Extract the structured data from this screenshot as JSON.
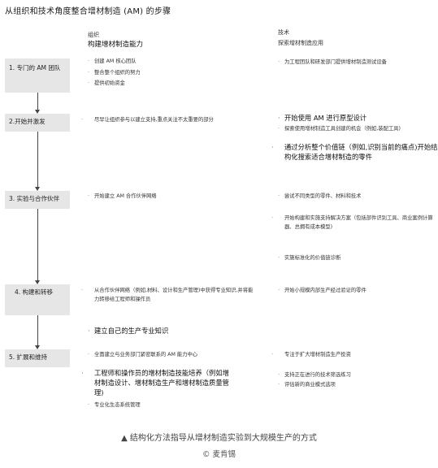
{
  "title": "从组织和技术角度整合增材制造 (AM) 的步骤",
  "columns": {
    "org": {
      "label": "组织",
      "heading": "构建增材制造能力"
    },
    "tech": {
      "label": "技术",
      "heading": "探索增材制造应用"
    }
  },
  "steps": [
    {
      "label": "1. 专门的 AM 团队"
    },
    {
      "label": "2.开始并激发"
    },
    {
      "label": "3. 实验与合作伙伴"
    },
    {
      "label": "4. 构建和转移"
    },
    {
      "label": "5. 扩展和维持"
    }
  ],
  "bullet_symbol": "·",
  "org_items": [
    "创建 AM 核心团队",
    "整合整个组织的努力",
    "提供初始资金",
    "尽早让组织参与以建立支持,重点关注不太重要的部分",
    "开始建立 AM 合作伙伴网络",
    "从合作伙伴网络（例如,材料、设计和生产管理)中获得专业知识,并将能力转移给工程师和操作员",
    "建立自己的生产专业知识",
    "全面建立与业务部门紧密联系的 AM 能力中心",
    "工程师和操作员的增材制造技能培养（例如增材制造设计、增材制造生产和增材制造质量管理)",
    "专业化生态系统管理"
  ],
  "tech_items": [
    "为工程团队和研发部门提供增材制造测试设备",
    "开始使用 AM 进行原型设计",
    "探索使用增材制造工具创建的机会（例如,装配工具)",
    "通过分析整个价值链（例如,识别当前的痛点)开始结构化搜索适合增材制造的零件",
    "尝试不同类型的零件、材料和技术",
    "开始构建和实施支持解决方案（包括部件识别工具、商业案例计算器、总拥有成本模型)",
    "实施标准化的价值链诊断",
    "开始小规模内部生产经过验证的零件",
    "专注于扩大增材制造生产投资",
    "支持正在进行的技术筛选练习",
    "评估新的商业模式选项"
  ],
  "caption": "▲ 结构化方法指导从增材制造实验到大规模生产的方式",
  "copyright": "© 麦肯锡"
}
